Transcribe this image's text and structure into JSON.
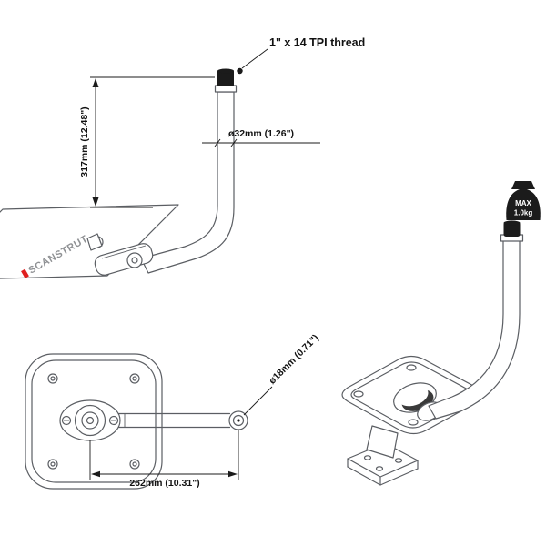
{
  "colors": {
    "line": "#5b5e63",
    "dark": "#1b1b1b",
    "text": "#111111",
    "brand_red": "#e02020",
    "brand_gray": "#8f9194",
    "background": "#ffffff"
  },
  "side_view": {
    "thread_label": "1\" x 14 TPI thread",
    "pole_diameter": "ø32mm (1.26\")",
    "height": "317mm (12.48\")",
    "brand": "SCANSTRUT"
  },
  "top_view": {
    "length": "262mm (10.31\")",
    "end_diameter": "ø18mm (0.71\")"
  },
  "max_load": {
    "line1": "MAX",
    "line2": "1.0kg"
  }
}
